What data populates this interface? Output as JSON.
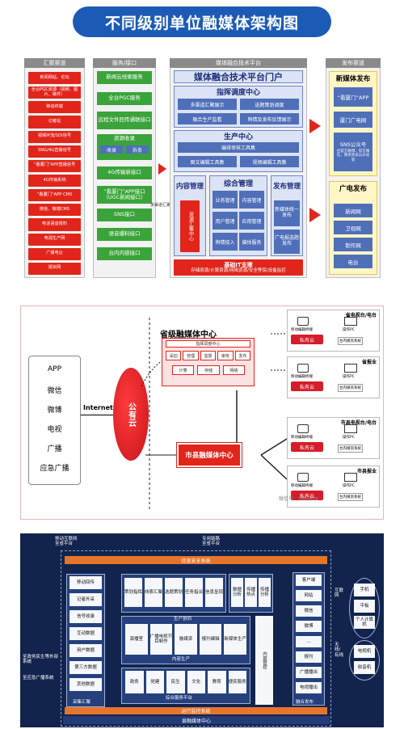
{
  "title": "不同级别单位融媒体架构图",
  "d1": {
    "col1_head": "汇聚渠道",
    "col1": [
      "新闻网站、论坛",
      "全台PGC资源（视频、图片、稿件）",
      "移动终端",
      "记者站",
      "视频IP流/SDI信号",
      "SNG/4G直播信号",
      "“看厦门”APP直播信号",
      "4G传输系统",
      "“看厦门”APP CMS",
      "微信、微博CMS",
      "电话语音报料",
      "电视生产网",
      "广播电台",
      "报资网"
    ],
    "col2_head": "服务/接口",
    "col2": [
      "新闻云线索服务",
      "全台PGC服务",
      "远程文件回传通联接口",
      "资源收录",
      "收录",
      "拆条",
      "4G传输新接口",
      "“看厦门”APP接口（UGC新闻接口）",
      "SNS接口",
      "语音爆料接口",
      "台内内容接口"
    ],
    "mid_label": "多渠道汇聚",
    "col3_head": "媒体融合技术平台",
    "portal": "媒体融合技术平台门户",
    "command": "指挥调度中心",
    "cmd_items": [
      "多渠道汇聚展示",
      "选题策划调度",
      "融合生产监看",
      "舆情及发布反馈展示"
    ],
    "prod": "生产中心",
    "editor": "编排审核工具集",
    "tools": [
      "图文编辑工具集",
      "视频编辑工具集"
    ],
    "content_mgmt": "内容管理",
    "media_lib": "资源汇聚中心",
    "synthesis": "综合管理",
    "syn_items": [
      "业务管理",
      "内容管理",
      "用户管理",
      "应用管理",
      "舆情接入",
      "媒体服务"
    ],
    "publish_mgmt": "发布管理",
    "publish_items": [
      "新媒体统一发布",
      "广电报选题发布"
    ],
    "base": "基础IT支撑",
    "base_items": "存储资源/计算资源/网络资源/安全等保/设备监控",
    "col4_head": "发布渠道",
    "newmedia": "新媒体发布",
    "nm_items": [
      "“看厦门”APP",
      "厦门广电网",
      "SNS公众号"
    ],
    "sns_desc": "台官方微博、官方微信、政务资讯公众号等",
    "broadcast": "广电发布",
    "bc_items": [
      "新闻网",
      "卫视网",
      "制作网",
      "电台"
    ]
  },
  "d2": {
    "channels": [
      "APP",
      "微信",
      "微博",
      "电视",
      "广播",
      "应急广播"
    ],
    "internet": "Internet",
    "public_cloud": "公有云",
    "center": "省级融媒体中心",
    "dispatch": "指挥调度中心",
    "row1": [
      "采拍",
      "管理",
      "监督",
      "审核",
      "发布"
    ],
    "row2": [
      "计算",
      "存储",
      "网络"
    ],
    "county": "市县融媒体中心",
    "sites": [
      {
        "name": "省电视台/电台",
        "left": "移动编辑终端",
        "right": "操作PC",
        "sys": "台内媒资系统"
      },
      {
        "name": "省报业",
        "left": "移动编辑终端",
        "right": "操作PC",
        "sys": "台内媒资系统"
      },
      {
        "name": "市县电视台/电台",
        "left": "移动编辑终端",
        "right": "操作PC",
        "sys": "台内媒资系统"
      },
      {
        "name": "市县报业",
        "left": "移动编辑终端",
        "right": "操作PC",
        "sys": "台内媒资系统"
      }
    ],
    "private_cloud": "私有云",
    "watermark": "微信号：SASSUN"
  },
  "d3": {
    "top_left1": "移动互联网",
    "top_left2": "至省平台",
    "top_mid1": "专用链路",
    "top_mid2": "至省平台",
    "security": "信息安全系统",
    "left_items": [
      "移动回传",
      "记者外采",
      "信号收录",
      "互动数据",
      "用户数据",
      "第三方数据",
      "其他数据"
    ],
    "left_caption": "采集汇聚",
    "plan": [
      "策划指挥",
      "线索汇聚",
      "选题策划",
      "任务指派",
      "信息呈现"
    ],
    "analysis": [
      "数据分析",
      "传播热点",
      "传播分析"
    ],
    "produce": "生产协同",
    "produce_items": [
      "演播室",
      "广播电视节目制作",
      "融媒资",
      "报刊编辑",
      "新媒体生产"
    ],
    "content_center": "内容生产",
    "service": [
      "政务",
      "党建",
      "民生",
      "文化",
      "教育",
      "便民服务"
    ],
    "service_caption": "综合服务平台",
    "manage": "内容管控",
    "right_items": [
      "客户端",
      "网站",
      "微信",
      "微博",
      "...",
      "报刊",
      "广播播出",
      "电视播出"
    ],
    "right_caption": "融合发布",
    "terminals1": [
      "手机",
      "平板",
      "个人计算机"
    ],
    "terminals2": [
      "电视机",
      "收音机"
    ],
    "net1": "互联网",
    "net2": "无线/有线",
    "ops": "运行监控系统",
    "bottom": "县融媒体中心",
    "left_out1": "至政务民生等外部系统",
    "left_out2": "至应急广播系统"
  }
}
